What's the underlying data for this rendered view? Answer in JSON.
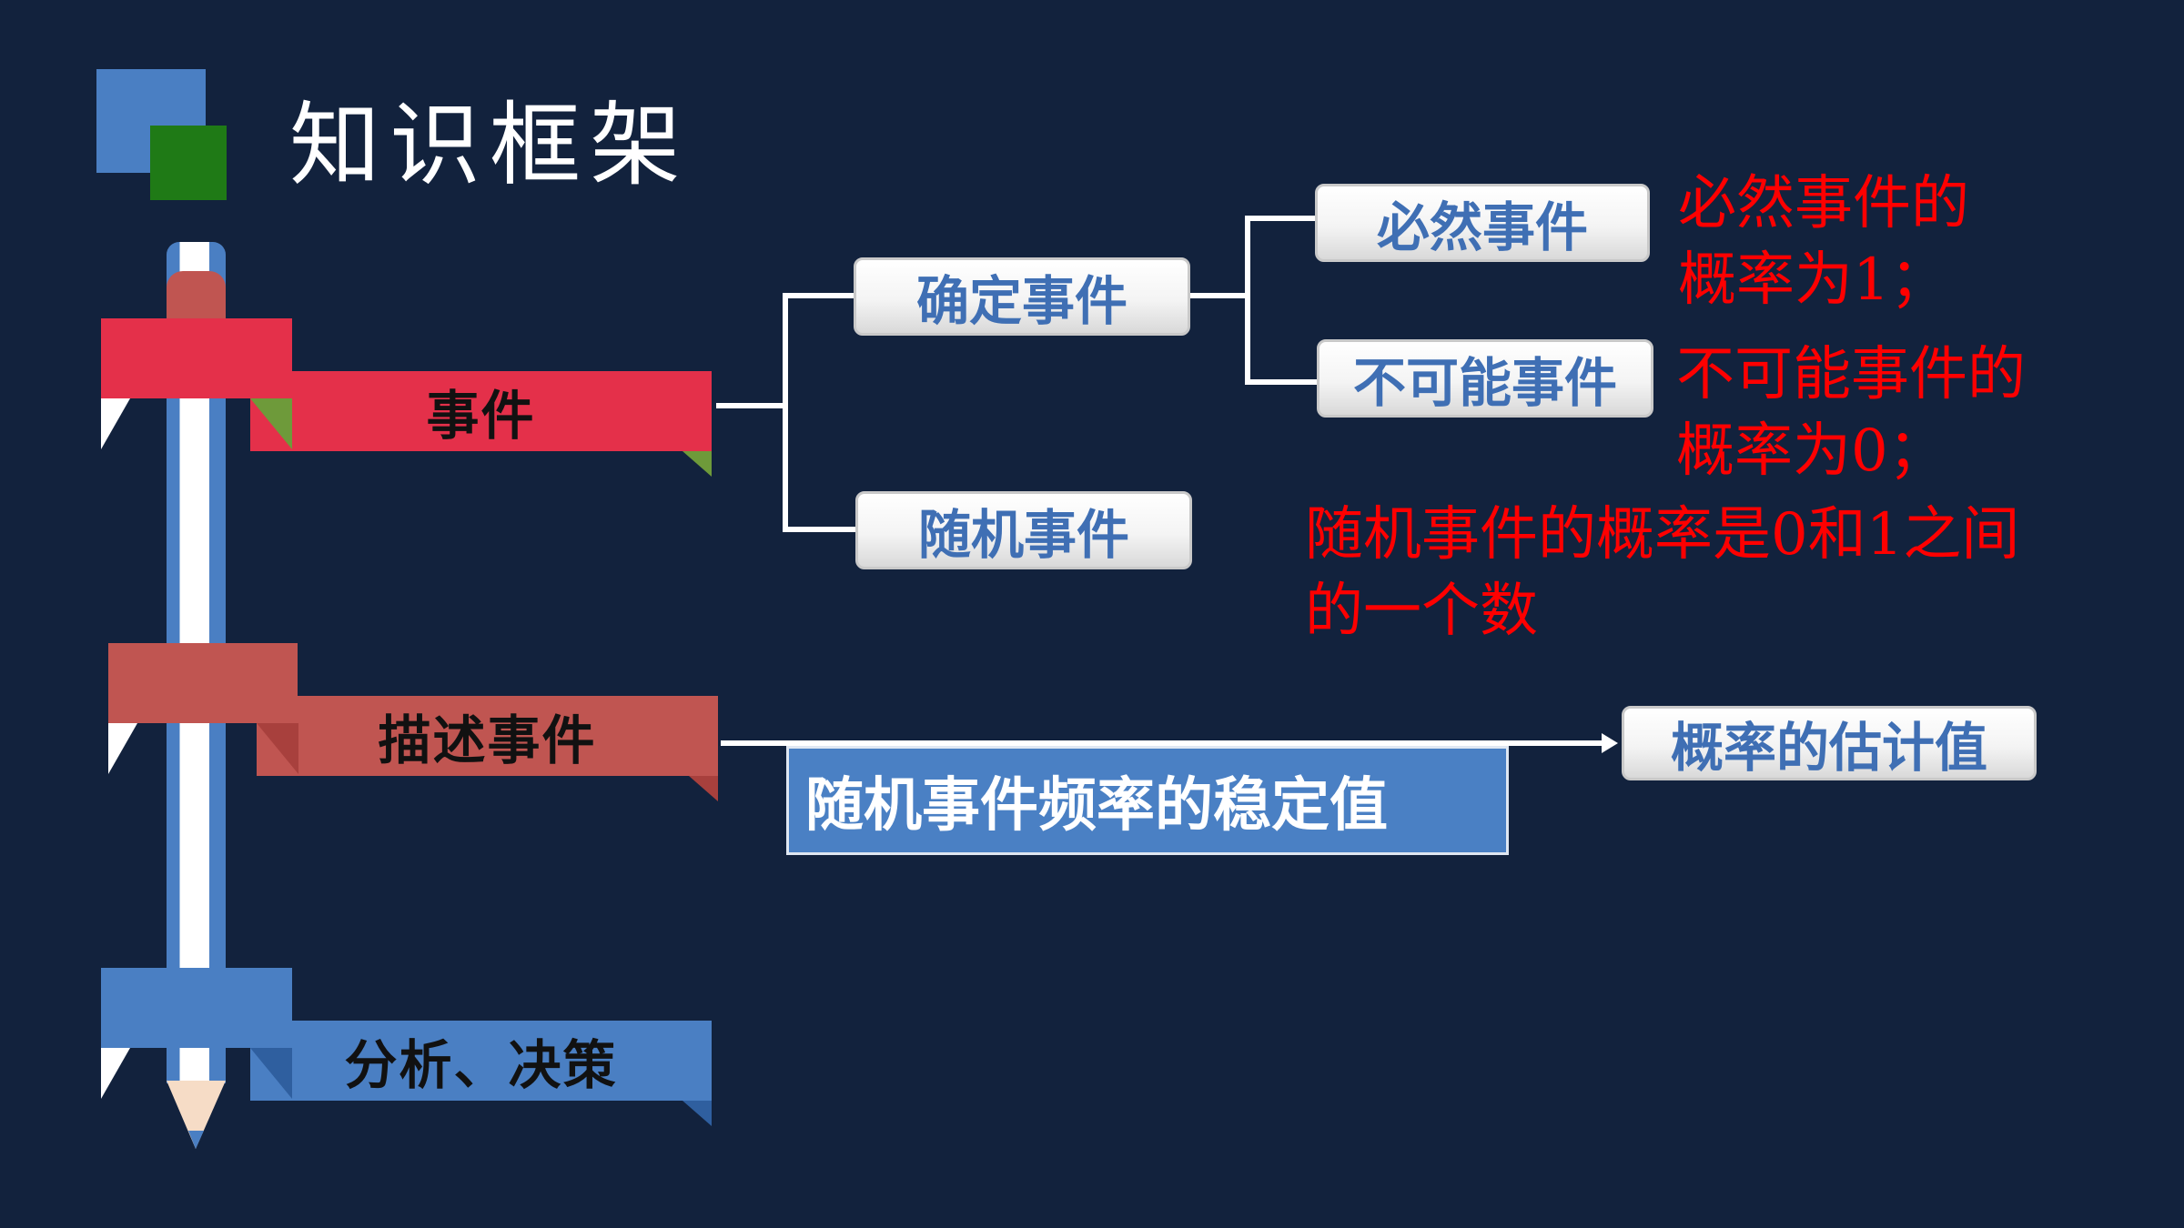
{
  "title": "知识框架",
  "ribbons": {
    "event": "事件",
    "describe": "描述事件",
    "analyze": "分析、决策"
  },
  "nodes": {
    "deterministic": "确定事件",
    "random": "随机事件",
    "certain": "必然事件",
    "impossible": "不可能事件",
    "estimate": "概率的估计值"
  },
  "notes": {
    "certain_line1": "必然事件的",
    "certain_line2": "概率为1；",
    "impossible_line1": "不可能事件的",
    "impossible_line2": "概率为0；",
    "random_line1": "随机事件的概率是0和1之间",
    "random_line2": "的一个数"
  },
  "frequency_box": "随机事件频率的稳定值",
  "colors": {
    "background": "#12223d",
    "ribbon_red": "#e4304a",
    "ribbon_dark_red": "#c05551",
    "ribbon_blue": "#4a7fc3",
    "node_text": "#3f6fb4",
    "note_red": "#ff0000"
  }
}
